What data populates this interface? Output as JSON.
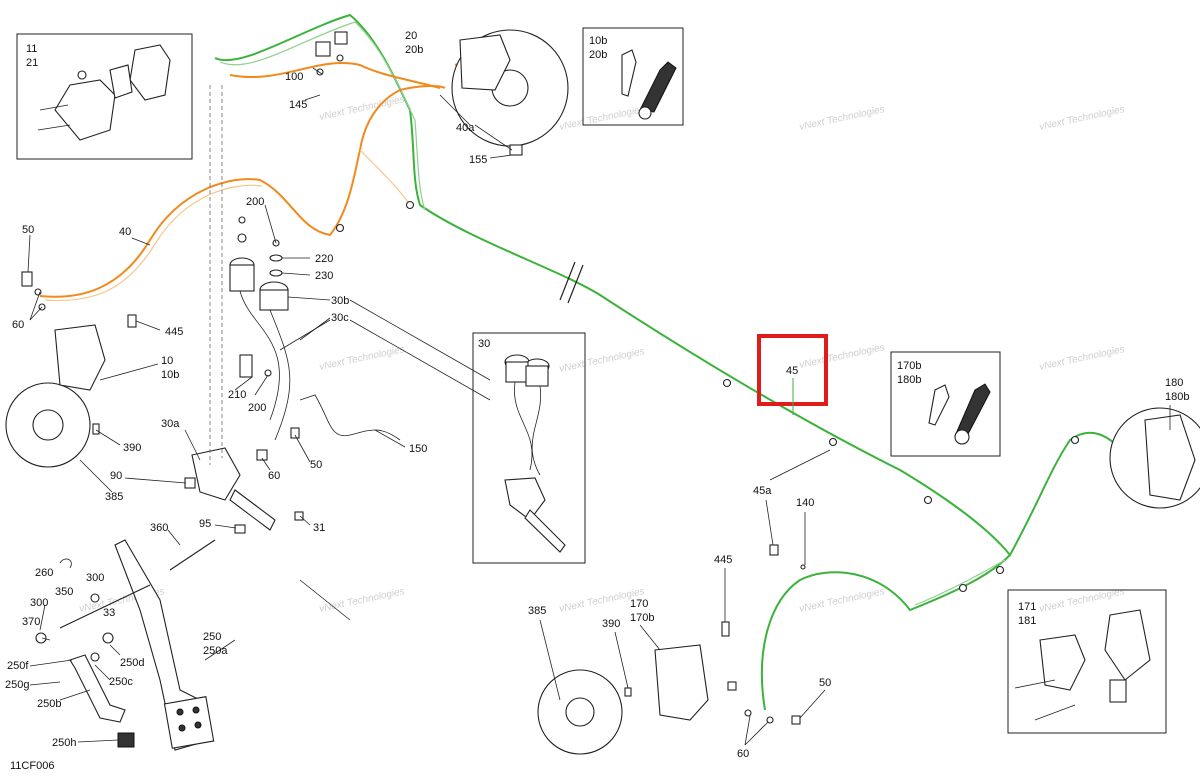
{
  "diagram": {
    "code": "11CF006",
    "watermark": "vNext Technologies",
    "colors": {
      "front_line": "#f08a1c",
      "rear_line": "#3bb33b",
      "highlight": "#e01b1b",
      "outline": "#222222"
    },
    "labels": {
      "l11": "11",
      "l21": "21",
      "l20": "20",
      "l20b": "20b",
      "l10b_inset": "10b",
      "l20b_inset": "20b",
      "l100": "100",
      "l145": "145",
      "l40a": "40a",
      "l155": "155",
      "l50a": "50",
      "l40": "40",
      "l60a": "60",
      "l200a": "200",
      "l220": "220",
      "l230": "230",
      "l30b": "30b",
      "l30c": "30c",
      "l445a": "445",
      "l10": "10",
      "l10b": "10b",
      "l210": "210",
      "l200b": "200",
      "l390a": "390",
      "l150": "150",
      "l50b": "50",
      "l30a": "30a",
      "l90": "90",
      "l60b": "60",
      "l385a": "385",
      "l95": "95",
      "l31": "31",
      "l360": "360",
      "l260": "260",
      "l300a": "300",
      "l350": "350",
      "l300b": "300",
      "l33": "33",
      "l370": "370",
      "l250": "250",
      "l250a": "250a",
      "l250d": "250d",
      "l250f": "250f",
      "l250c": "250c",
      "l250g": "250g",
      "l250b": "250b",
      "l250h": "250h",
      "l30": "30",
      "l45": "45",
      "l45a": "45a",
      "l140": "140",
      "l170b": "170b",
      "l180b_inset": "180b",
      "l180": "180",
      "l180b": "180b",
      "l445b": "445",
      "l385b": "385",
      "l390b": "390",
      "l170": "170",
      "l170b_main": "170b",
      "l50c": "50",
      "l60c": "60",
      "l171": "171",
      "l181": "181"
    }
  }
}
